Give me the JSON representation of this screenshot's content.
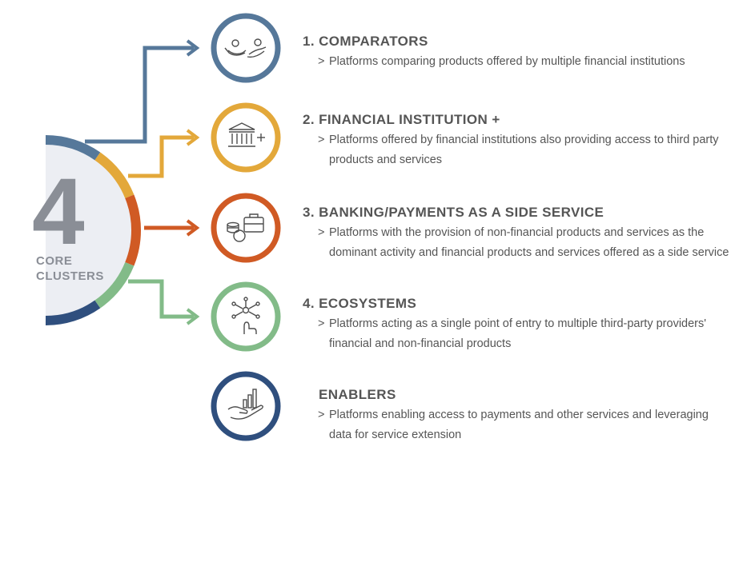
{
  "core": {
    "number": "4",
    "label_line1": "CORE",
    "label_line2": "CLUSTERS"
  },
  "items": [
    {
      "title": "1. COMPARATORS",
      "marker": ">",
      "description": "Platforms comparing products offered by multiple financial institutions",
      "color": "#56789a",
      "icon": "handshake-exchange-icon"
    },
    {
      "title": "2. FINANCIAL INSTITUTION +",
      "marker": ">",
      "description": "Platforms offered by financial institutions also providing access to third party products and services",
      "color": "#e3a83a",
      "icon": "bank-plus-icon"
    },
    {
      "title": "3. BANKING/PAYMENTS AS A SIDE SERVICE",
      "marker": ">",
      "description": "Platforms with the provision of non-financial products and services as the dominant activity and financial products and services offered as a side service",
      "color": "#d05a24",
      "icon": "coins-briefcase-icon"
    },
    {
      "title": "4. ECOSYSTEMS",
      "marker": ">",
      "description": "Platforms acting as a single point of entry to multiple third-party providers' financial and non-financial products",
      "color": "#82bb88",
      "icon": "network-touch-icon"
    },
    {
      "title": "ENABLERS",
      "marker": ">",
      "description": "Platforms enabling access to payments and other services and leveraging data for service extension",
      "color": "#2f4f7e",
      "icon": "hand-growth-chart-icon"
    }
  ],
  "colors": {
    "text": "#555555",
    "core_number": "#8a8e96",
    "core_fill": "#ecedf2",
    "icon_stroke": "#4d4d4d"
  }
}
